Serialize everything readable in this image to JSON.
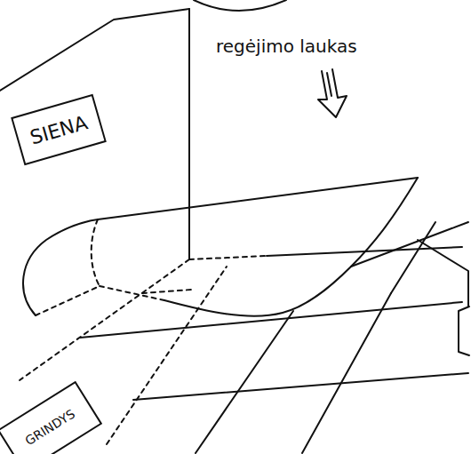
{
  "diagram": {
    "nodes": [
      {
        "text": [
          "SIENA"
        ]
      },
      {
        "text": [
          "GRINDYS"
        ]
      }
    ],
    "labels": [
      "regėjimo laukas"
    ]
  }
}
